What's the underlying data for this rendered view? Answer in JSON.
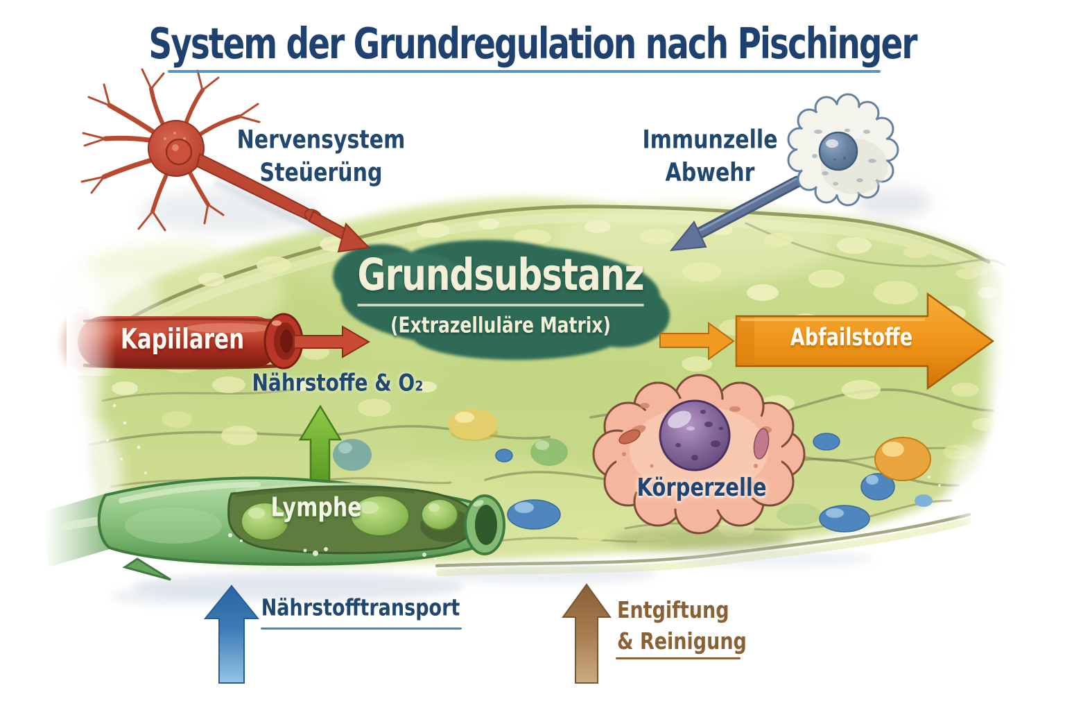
{
  "title": "System der Grundregulation nach Pischinger",
  "labels": {
    "nervensystem_line1": "Nervensystem",
    "nervensystem_line2": "Steüerüng",
    "immunzelle_line1": "Immunzelle",
    "immunzelle_line2": "Abwehr",
    "grundsubstanz_line1": "Grundsubstanz",
    "grundsubstanz_line2": "(Extrazelluläre Matrix)",
    "kapillaren": "Kapiilaren",
    "naehrstoffe": "Nährstoffe & O₂",
    "abfallstoffe": "Abfailstoffe",
    "lymphe": "Lymphe",
    "koerperzelle": "Körperzelle",
    "naehrstofftransport": "Nährstofftransport",
    "entgiftung_line1": "Entgiftung",
    "entgiftung_line2": "& Reinigung"
  },
  "palette": {
    "title_blue": "#1e4170",
    "underline_blue": "#4a86bb",
    "label_blue": "#20476f",
    "cream_text": "#f3efd7",
    "tissue_green": "#c9da8d",
    "matrix_dark_green": "#2f6a57",
    "capillary_red": "#b93a28",
    "waste_orange": "#ec9420",
    "lymph_green": "#7cb96d",
    "lymph_arrow_green": "#74b12e",
    "transport_blue": "#3c77b0",
    "detox_brown": "#a0764c",
    "cell_pink": "#f4b79e",
    "nucleus_purple": "#6e4f82",
    "immune_gray_blue": "#5f7294",
    "neuron_red": "#bc4733"
  }
}
